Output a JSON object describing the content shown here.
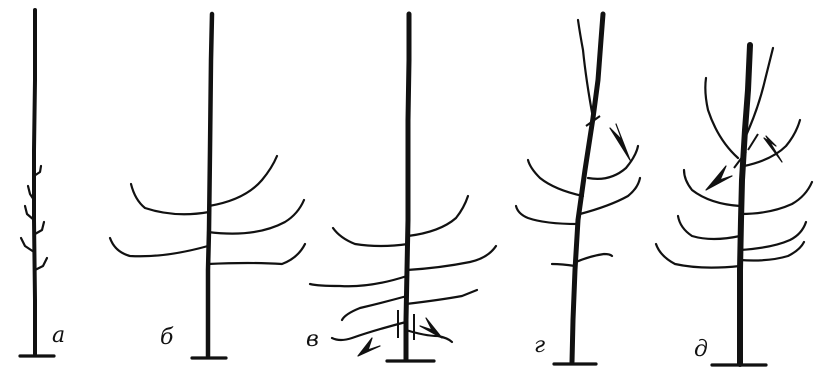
{
  "figure": {
    "panels": [
      {
        "id": "a",
        "label": "а"
      },
      {
        "id": "b",
        "label": "б"
      },
      {
        "id": "v",
        "label": "в"
      },
      {
        "id": "g",
        "label": "г"
      },
      {
        "id": "d",
        "label": "д"
      }
    ]
  },
  "colors": {
    "ink": "#111111",
    "background": "#ffffff"
  }
}
